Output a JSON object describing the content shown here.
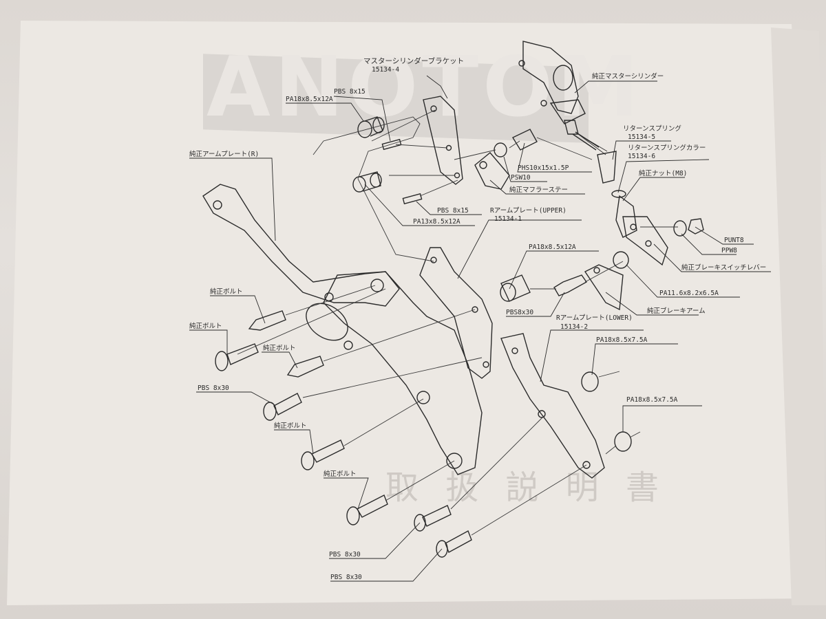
{
  "diagram": {
    "watermark_text": "ANOTOM",
    "faded_title": "取 扱 説 明 書",
    "labels": {
      "master_bracket": "マスターシリンダーブラケット",
      "master_bracket_code": "15134-4",
      "genuine_master": "純正マスターシリンダー",
      "pa18x8_12a_top": "PA18x8.5x12A",
      "pbs8x15_top": "PBS 8x15",
      "arm_plate_r": "純正アームプレート(R)",
      "return_spring": "リターンスプリング",
      "return_spring_code": "15134-5",
      "return_collar": "リターンスプリングカラー",
      "return_collar_code": "15134-6",
      "genuine_nut": "純正ナット(M8)",
      "phs": "PHS10x15x1.5P",
      "psw": "PSW10",
      "muffler_stay": "純正マフラーステー",
      "pbs8x15_mid": "PBS 8x15",
      "pa13": "PA13x8.5x12A",
      "arm_upper": "Rアームプレート(UPPER)",
      "arm_upper_code": "15134-1",
      "punt": "PUNT8",
      "ppw": "PPW8",
      "brake_lever": "純正ブレーキスイッチレバー",
      "pa18x8_12a_mid": "PA18x8.5x12A",
      "pa11": "PA11.6x8.2x6.5A",
      "genuine_bolt_1": "純正ボルト",
      "brake_arm": "純正ブレーキアーム",
      "pbs8x30_mid": "PBS8x30",
      "genuine_bolt_2": "純正ボルト",
      "arm_lower": "Rアームプレート(LOWER)",
      "arm_lower_code": "15134-2",
      "pa18x7_a": "PA18x8.5x7.5A",
      "genuine_bolt_3": "純正ボルト",
      "pbs8x30_left": "PBS 8x30",
      "pa18x7_b": "PA18x8.5x7.5A",
      "genuine_bolt_4": "純正ボルト",
      "genuine_bolt_5": "純正ボルト",
      "pbs8x30_b1": "PBS 8x30",
      "pbs8x30_b2": "PBS 8x30"
    }
  }
}
